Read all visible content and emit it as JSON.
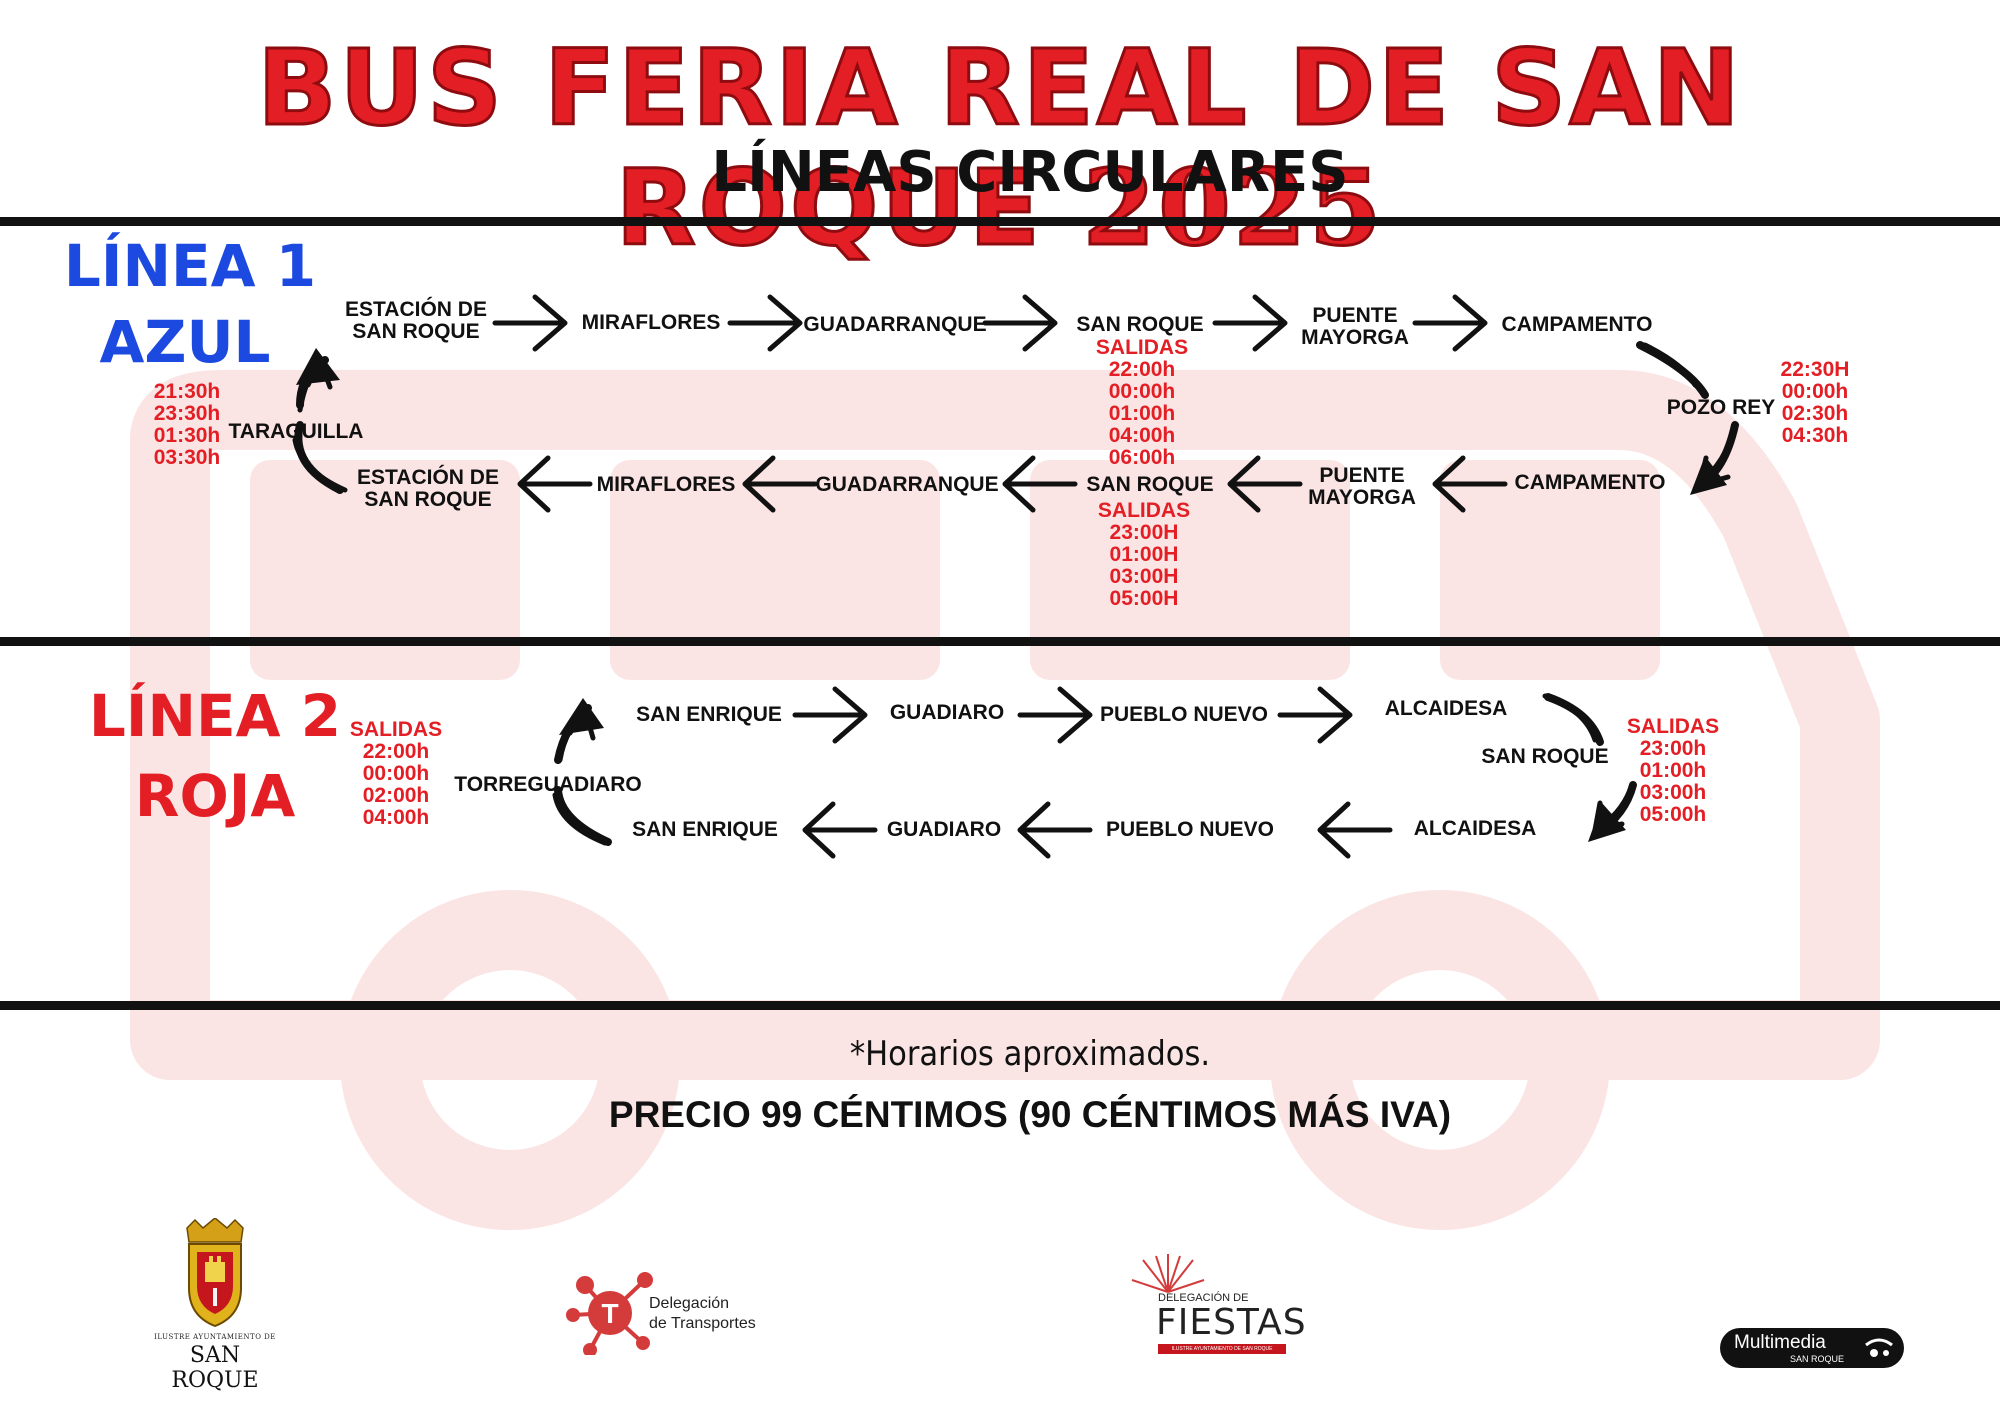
{
  "header": {
    "title": "BUS FERIA REAL DE SAN ROQUE",
    "year": "2025",
    "subtitle": "LÍNEAS CIRCULARES"
  },
  "line1": {
    "name_line1": "LÍNEA 1",
    "name_line2": "AZUL",
    "top_row": [
      {
        "label": [
          "ESTACIÓN DE",
          "SAN ROQUE"
        ]
      },
      {
        "label": [
          "MIRAFLORES"
        ]
      },
      {
        "label": [
          "GUADARRANQUE"
        ]
      },
      {
        "label": [
          "SAN ROQUE"
        ]
      },
      {
        "label": [
          "PUENTE",
          "MAYORGA"
        ]
      },
      {
        "label": [
          "CAMPAMENTO"
        ]
      }
    ],
    "bottom_row": [
      {
        "label": [
          "ESTACIÓN DE",
          "SAN ROQUE"
        ]
      },
      {
        "label": [
          "MIRAFLORES"
        ]
      },
      {
        "label": [
          "GUADARRANQUE"
        ]
      },
      {
        "label": [
          "SAN ROQUE"
        ]
      },
      {
        "label": [
          "PUENTE",
          "MAYORGA"
        ]
      },
      {
        "label": [
          "CAMPAMENTO"
        ]
      }
    ],
    "turn_left": "TARAGUILLA",
    "turn_right": "POZO REY",
    "taraguilla_times": [
      "21:30h",
      "23:30h",
      "01:30h",
      "03:30h"
    ],
    "pozo_rey_times": [
      "22:30H",
      "00:00h",
      "02:30h",
      "04:30h"
    ],
    "san_roque_top_times": {
      "heading": "SALIDAS",
      "times": [
        "22:00h",
        "00:00h",
        "01:00h",
        "04:00h",
        "06:00h"
      ]
    },
    "san_roque_bottom_times": {
      "heading": "SALIDAS",
      "times": [
        "23:00H",
        "01:00H",
        "03:00H",
        "05:00H"
      ]
    }
  },
  "line2": {
    "name_line1": "LÍNEA 2",
    "name_line2": "ROJA",
    "top_row": [
      {
        "label": [
          "SAN ENRIQUE"
        ]
      },
      {
        "label": [
          "GUADIARO"
        ]
      },
      {
        "label": [
          "PUEBLO NUEVO"
        ]
      },
      {
        "label": [
          "ALCAIDESA"
        ]
      }
    ],
    "bottom_row": [
      {
        "label": [
          "SAN ENRIQUE"
        ]
      },
      {
        "label": [
          "GUADIARO"
        ]
      },
      {
        "label": [
          "PUEBLO NUEVO"
        ]
      },
      {
        "label": [
          "ALCAIDESA"
        ]
      }
    ],
    "turn_left": "TORREGUADIARO",
    "turn_right": "SAN ROQUE",
    "left_times": {
      "heading": "SALIDAS",
      "times": [
        "22:00h",
        "00:00h",
        "02:00h",
        "04:00h"
      ]
    },
    "right_times": {
      "heading": "SALIDAS",
      "times": [
        "23:00h",
        "01:00h",
        "03:00h",
        "05:00h"
      ]
    }
  },
  "footer": {
    "note": "*Horarios aproximados.",
    "price": "PRECIO 99 CÉNTIMOS (90 CÉNTIMOS MÁS IVA)"
  },
  "logos": {
    "ayuntamiento_small": "ILUSTRE AYUNTAMIENTO DE",
    "ayuntamiento_big": "SAN ROQUE",
    "transportes_line1": "Delegación",
    "transportes_line2": "de Transportes",
    "transportes_letter": "T",
    "fiestas_small": "DELEGACIÓN DE",
    "fiestas_big": "FIESTAS",
    "fiestas_bottom": "ILUSTRE AYUNTAMIENTO DE SAN ROQUE",
    "multimedia_main": "Multimedia",
    "multimedia_sub": "SAN ROQUE"
  },
  "colors": {
    "red": "#e31e24",
    "blue": "#1c49e0",
    "dark": "#111111",
    "watermark": "#fbe4e4"
  }
}
